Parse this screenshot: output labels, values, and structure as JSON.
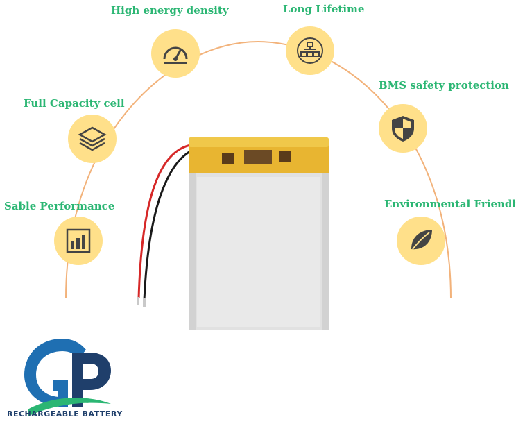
{
  "features": {
    "high_energy_density": "High energy density",
    "long_lifetime": "Long Lifetime",
    "full_capacity_cell": "Full Capacity cell",
    "bms_safety_protection": "BMS safety protection",
    "sable_performance": "Sable Performance",
    "environmental_friendly": "Environmental Friendly"
  },
  "icons": {
    "high_energy_density": "gauge-icon",
    "long_lifetime": "hierarchy-refresh-icon",
    "full_capacity_cell": "layers-icon",
    "bms_safety_protection": "shield-icon",
    "sable_performance": "bar-chart-icon",
    "environmental_friendly": "leaf-icon"
  },
  "logo": {
    "tagline": "RECHARGEABLE BATTERY"
  },
  "colors": {
    "label_green": "#2bb673",
    "badge_yellow": "#ffe08a",
    "arc_orange": "#f2b27a",
    "icon_dark": "#444444",
    "logo_blue": "#1f3f6b",
    "logo_green": "#2bb673"
  }
}
